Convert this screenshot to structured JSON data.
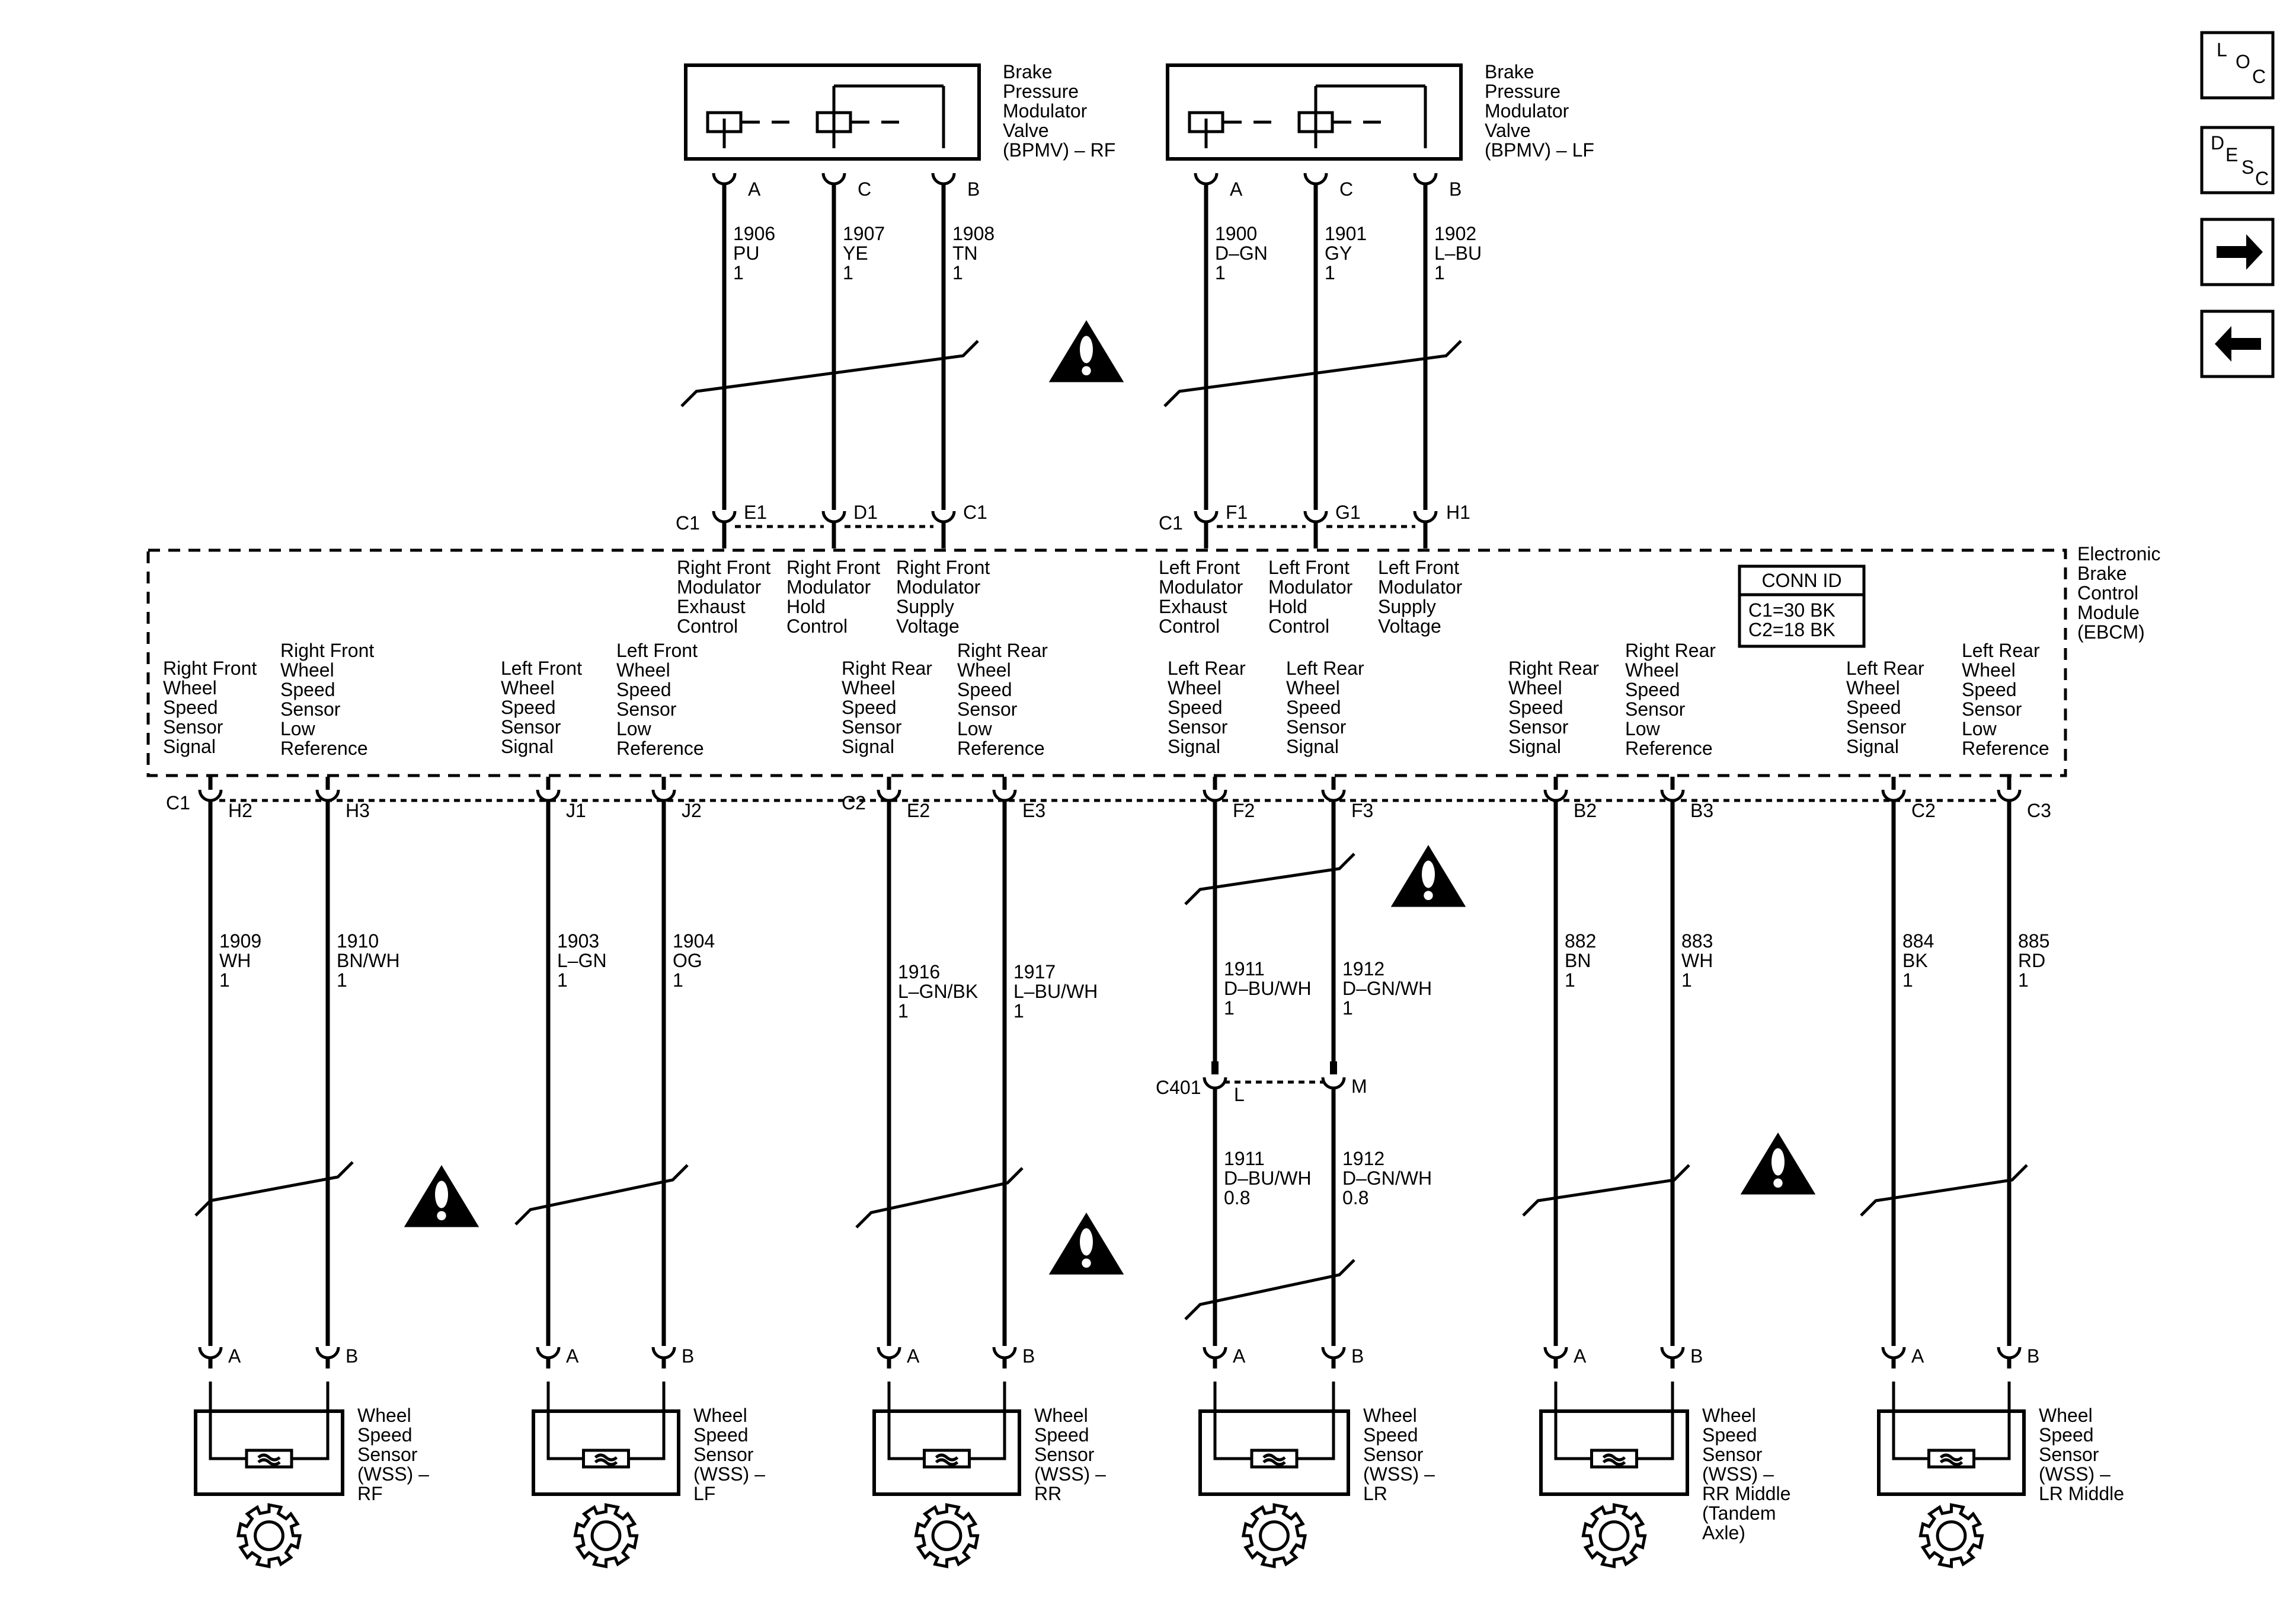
{
  "modules": {
    "bpmv_rf": {
      "lines": [
        "Brake",
        "Pressure",
        "Modulator",
        "Valve",
        "(BPMV) – RF"
      ]
    },
    "bpmv_lf": {
      "lines": [
        "Brake",
        "Pressure",
        "Modulator",
        "Valve",
        "(BPMV) – LF"
      ]
    },
    "ebcm": {
      "lines": [
        "Electronic",
        "Brake",
        "Control",
        "Module",
        "(EBCM)"
      ]
    }
  },
  "conn_id": {
    "title": "CONN ID",
    "lines": [
      "C1=30 BK",
      "C2=18 BK"
    ]
  },
  "nav": {
    "loc": [
      "L",
      "O",
      "C"
    ],
    "desc": [
      "D",
      "E",
      "S",
      "C"
    ]
  },
  "top_pins": [
    "A",
    "C",
    "B",
    "A",
    "C",
    "B"
  ],
  "top_wires": [
    [
      "1906",
      "PU",
      "1"
    ],
    [
      "1907",
      "YE",
      "1"
    ],
    [
      "1908",
      "TN",
      "1"
    ],
    [
      "1900",
      "D–GN",
      "1"
    ],
    [
      "1901",
      "GY",
      "1"
    ],
    [
      "1902",
      "L–BU",
      "1"
    ]
  ],
  "top_connector_labels": {
    "rf_left": "C1",
    "e1": "E1",
    "d1": "D1",
    "rf_right": "C1",
    "lf_left": "C1",
    "f1": "F1",
    "g1": "G1",
    "h1": "H1"
  },
  "top_functions": [
    [
      "Right Front",
      "Modulator",
      "Exhaust",
      "Control"
    ],
    [
      "Right Front",
      "Modulator",
      "Hold",
      "Control"
    ],
    [
      "Right Front",
      "Modulator",
      "Supply",
      "Voltage"
    ],
    [
      "Left Front",
      "Modulator",
      "Exhaust",
      "Control"
    ],
    [
      "Left Front",
      "Modulator",
      "Hold",
      "Control"
    ],
    [
      "Left Front",
      "Modulator",
      "Supply",
      "Voltage"
    ]
  ],
  "bottom_functions": [
    [
      "Right Front",
      "Wheel",
      "Speed",
      "Sensor",
      "Signal"
    ],
    [
      "Right Front",
      "Wheel",
      "Speed",
      "Sensor",
      "Low",
      "Reference"
    ],
    [
      "Left Front",
      "Wheel",
      "Speed",
      "Sensor",
      "Signal"
    ],
    [
      "Left Front",
      "Wheel",
      "Speed",
      "Sensor",
      "Low",
      "Reference"
    ],
    [
      "Right Rear",
      "Wheel",
      "Speed",
      "Sensor",
      "Signal"
    ],
    [
      "Right Rear",
      "Wheel",
      "Speed",
      "Sensor",
      "Low",
      "Reference"
    ],
    [
      "Left Rear",
      "Wheel",
      "Speed",
      "Sensor",
      "Signal"
    ],
    [
      "Left Rear",
      "Wheel",
      "Speed",
      "Sensor",
      "Signal"
    ],
    [
      "Right Rear",
      "Wheel",
      "Speed",
      "Sensor",
      "Signal"
    ],
    [
      "Right Rear",
      "Wheel",
      "Speed",
      "Sensor",
      "Low",
      "Reference"
    ],
    [
      "Left Rear",
      "Wheel",
      "Speed",
      "Sensor",
      "Signal"
    ],
    [
      "Left Rear",
      "Wheel",
      "Speed",
      "Sensor",
      "Low",
      "Reference"
    ]
  ],
  "bottom_connector_labels": {
    "c1": "C1",
    "c2": "C2"
  },
  "bottom_pins": [
    "H2",
    "H3",
    "J1",
    "J2",
    "E2",
    "E3",
    "F2",
    "F3",
    "B2",
    "B3",
    "C2",
    "C3"
  ],
  "bottom_wires": [
    [
      "1909",
      "WH",
      "1"
    ],
    [
      "1910",
      "BN/WH",
      "1"
    ],
    [
      "1903",
      "L–GN",
      "1"
    ],
    [
      "1904",
      "OG",
      "1"
    ],
    [
      "1916",
      "L–GN/BK",
      "1"
    ],
    [
      "1917",
      "L–BU/WH",
      "1"
    ],
    [
      "1911",
      "D–BU/WH",
      "1"
    ],
    [
      "1912",
      "D–GN/WH",
      "1"
    ],
    [
      "882",
      "BN",
      "1"
    ],
    [
      "883",
      "WH",
      "1"
    ],
    [
      "884",
      "BK",
      "1"
    ],
    [
      "885",
      "RD",
      "1"
    ]
  ],
  "c401": {
    "name": "C401",
    "pins": [
      "L",
      "M"
    ],
    "wires": [
      [
        "1911",
        "D–BU/WH",
        "0.8"
      ],
      [
        "1912",
        "D–GN/WH",
        "0.8"
      ]
    ]
  },
  "sensor_pins": [
    "A",
    "B"
  ],
  "sensors": [
    [
      "Wheel",
      "Speed",
      "Sensor",
      "(WSS) –",
      "RF"
    ],
    [
      "Wheel",
      "Speed",
      "Sensor",
      "(WSS) –",
      "LF"
    ],
    [
      "Wheel",
      "Speed",
      "Sensor",
      "(WSS) –",
      "RR"
    ],
    [
      "Wheel",
      "Speed",
      "Sensor",
      "(WSS) –",
      "LR"
    ],
    [
      "Wheel",
      "Speed",
      "Sensor",
      "(WSS) –",
      "RR Middle",
      "(Tandem",
      "Axle)"
    ],
    [
      "Wheel",
      "Speed",
      "Sensor",
      "(WSS) –",
      "LR Middle"
    ]
  ]
}
